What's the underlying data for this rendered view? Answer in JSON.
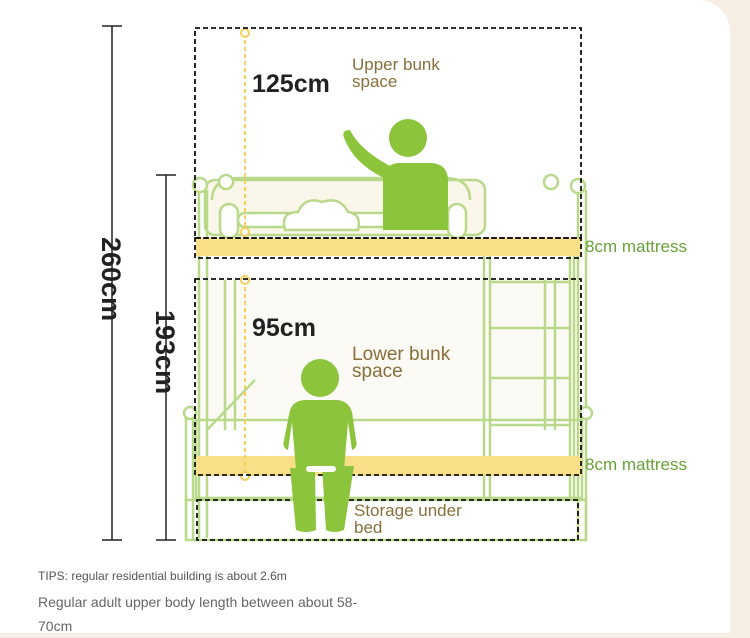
{
  "dimensions": {
    "total_height": "260cm",
    "bed_height": "193cm",
    "upper_space_height": "125cm",
    "lower_space_height": "95cm"
  },
  "labels": {
    "upper_space": [
      "Upper bunk",
      "space"
    ],
    "lower_space": [
      "Lower bunk",
      "space"
    ],
    "storage": [
      "Storage under",
      "bed"
    ],
    "mattress_upper": "8cm mattress",
    "mattress_lower": "8cm mattress"
  },
  "tips": "TIPS: regular residential building is about 2.6m",
  "note": [
    "Regular adult upper body length between about 58-",
    "70cm"
  ],
  "colors": {
    "frame": "#b9d98a",
    "figure": "#8cc43c",
    "mattress": "#f8df88",
    "guide": "#f5cf5a",
    "dashed": "#111111",
    "label_brown": "#8a6f3a",
    "label_green": "#6aa23a"
  }
}
